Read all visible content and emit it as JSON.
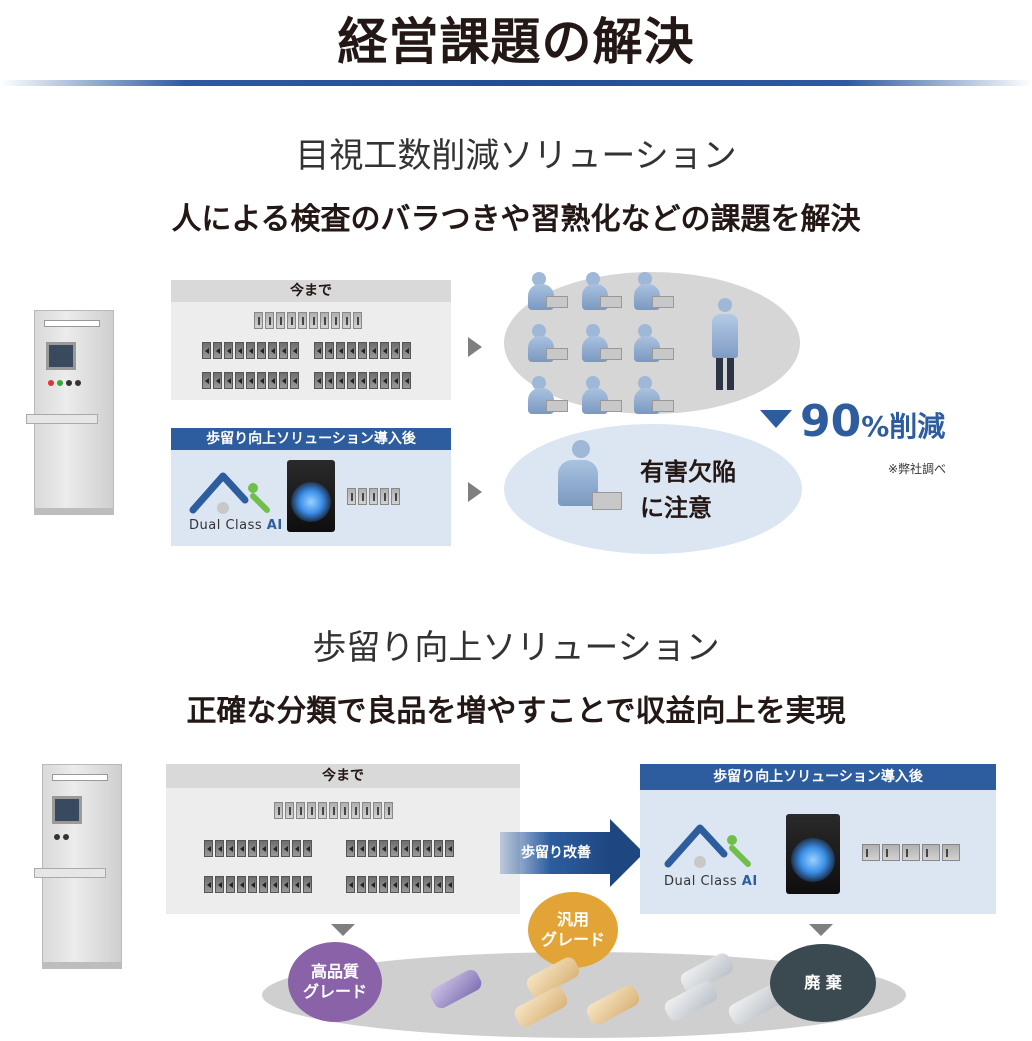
{
  "header": {
    "title": "経営課題の解決"
  },
  "section1": {
    "title": "目視工数削減ソリューション",
    "subtitle": "人による検査のバラつきや習熟化などの課題を解決",
    "before_label": "今まで",
    "after_label": "歩留り向上ソリューション導入後",
    "logo_text_main": "Dual Class ",
    "logo_text_ai": "AI",
    "caution_line1": "有害欠陥",
    "caution_line2": "に注意",
    "reduction_num": "90",
    "reduction_suffix": "%削減",
    "reduction_note": "※弊社調べ"
  },
  "section2": {
    "title": "歩留り向上ソリューション",
    "subtitle": "正確な分類で良品を増やすことで収益向上を実現",
    "before_label": "今まで",
    "after_label": "歩留り向上ソリューション導入後",
    "arrow_label": "歩留り改善",
    "logo_text_main": "Dual Class ",
    "logo_text_ai": "AI",
    "grade_high_line1": "高品質",
    "grade_high_line2": "グレード",
    "grade_general_line1": "汎用",
    "grade_general_line2": "グレード",
    "discard_label": "廃 棄"
  },
  "colors": {
    "accent_blue": "#2d5d9f",
    "purple": "#8a62a8",
    "gold": "#e3a437",
    "dark": "#3a4a50"
  },
  "icons": [
    "inspection-machine-icon",
    "worker-icon",
    "server-icon",
    "dual-class-ai-logo-icon",
    "film-roll-icon"
  ]
}
